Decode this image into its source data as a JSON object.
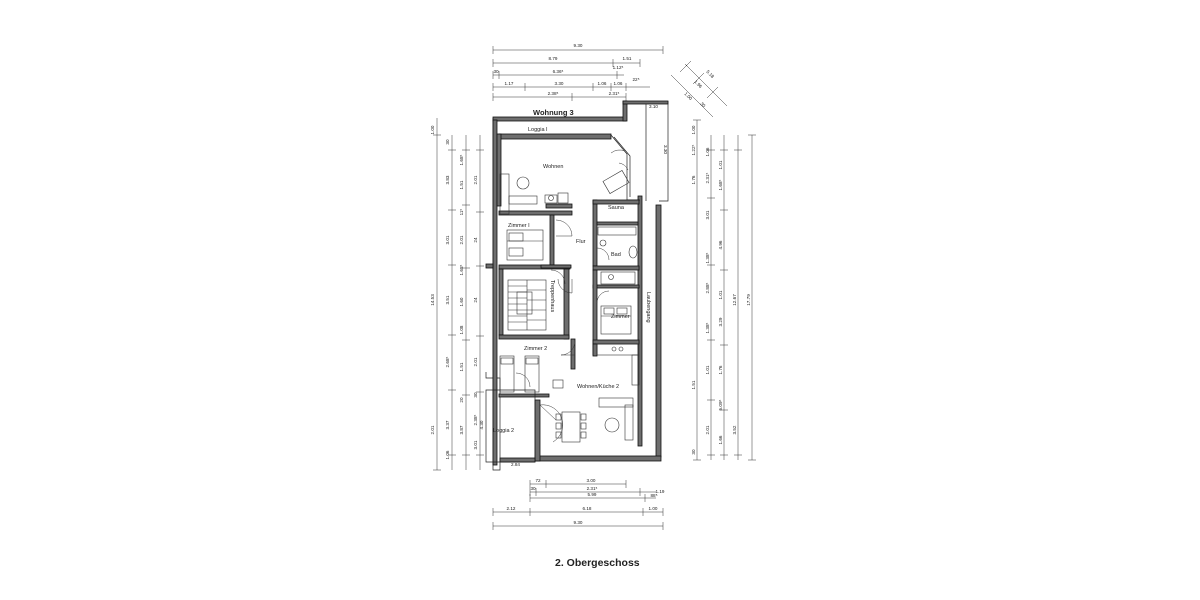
{
  "drawing": {
    "title": "Wohnung 3",
    "caption": "2. Obergeschoss"
  },
  "rooms": {
    "loggia1": "Loggia I",
    "wohnen": "Wohnen",
    "sauna": "Sauna",
    "zimmer1": "Zimmer I",
    "flur": "Flur",
    "bad": "Bad",
    "treppenhaus": "Treppenhaus",
    "laubengang": "Laubengang",
    "zimmer": "Zimmer",
    "zimmer2": "Zimmer 2",
    "wohnen_kueche2": "Wohnen/Küche 2",
    "loggia2": "Loggia 2"
  },
  "dims": {
    "top": {
      "overall": "9.30",
      "row2_a": "8.79",
      "row2_b": "1.51",
      "row3_a": "30",
      "row3_b": "6.36⁵",
      "row3_c": "1.12⁵",
      "row4_a": "1.17",
      "row4_b": "3.30",
      "row4_c": "1.06",
      "row4_d": "1.06",
      "row4_e": "22⁵",
      "row5_a": "2.38⁵",
      "row5_b": "2.31⁵",
      "right_3_10": "3.10",
      "right_3_30": "3.30"
    },
    "diag": [
      "5.18",
      "1.96",
      "1.00",
      "30"
    ],
    "bottom": {
      "loggia": "2.84",
      "r1_a": "72",
      "r1_b": "3.00",
      "r2_a": "30",
      "r2_b": "2.31⁵",
      "r2_c": "1.19",
      "r3_a": "5.99",
      "r3_b": "88⁵",
      "r4_a": "2.12",
      "r4_b": "6.18",
      "r4_c": "1.00",
      "overall": "9.30"
    },
    "left": {
      "overall": "14.53",
      "mid": [
        "1.00",
        "30",
        "1.68⁵",
        "3.83",
        "1.51",
        "2.01",
        "11⁵",
        "3.01",
        "2.01",
        "1.68⁵",
        "24",
        "3.51",
        "1.60",
        "1.08",
        "24",
        "2.01",
        "2.68⁵",
        "1.51",
        "30",
        "20",
        "2.38⁵",
        "3.01",
        "2.01",
        "3.37",
        "1.06",
        "4.30",
        "3.87"
      ]
    },
    "right": {
      "overall": "17.79",
      "inner": "12.67",
      "mid": [
        "1.00",
        "1.22⁵",
        "1.76",
        "1.06",
        "2.31⁵",
        "1.01",
        "1.68⁵",
        "3.01",
        "4.96",
        "1.38⁵",
        "2.88⁵",
        "1.01",
        "3.29",
        "1.38⁵",
        "1.01",
        "1.76",
        "5.09⁵",
        "2.01",
        "3.52",
        "1.51",
        "1.66",
        "30"
      ]
    }
  }
}
